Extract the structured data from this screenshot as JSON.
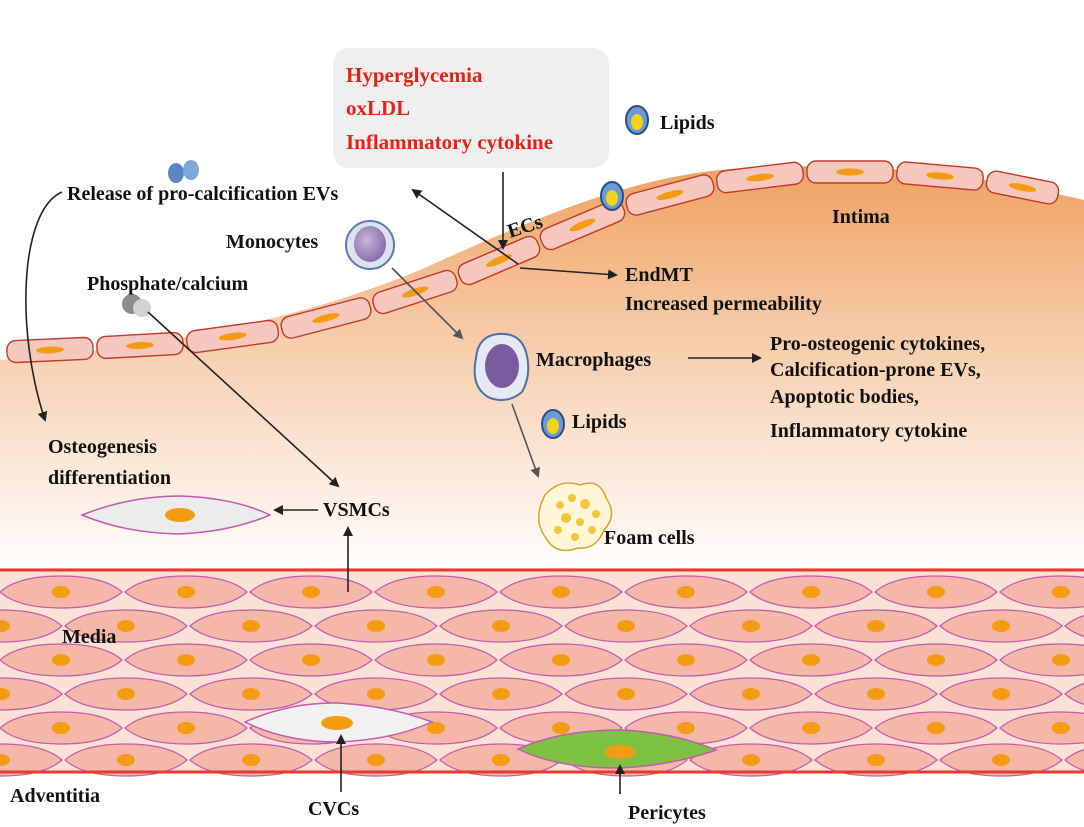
{
  "stimuli": {
    "items": [
      "Hyperglycemia",
      "oxLDL",
      "Inflammatory cytokine"
    ],
    "color": "#e2231a"
  },
  "labels": {
    "lipids_top": "Lipids",
    "ecs": "ECs",
    "intima": "Intima",
    "release_evs": "Release of pro-calcification EVs",
    "monocytes": "Monocytes",
    "endmt": "EndMT",
    "permeability": "Increased permeability",
    "phosphate": "Phosphate/calcium",
    "macrophages": "Macrophages",
    "lipids_mid": "Lipids",
    "osteo_1": "Osteogenesis",
    "osteo_2": "differentiation",
    "vsmcs": "VSMCs",
    "foam_cells": "Foam cells",
    "media": "Media",
    "adventitia": "Adventitia",
    "cvcs": "CVCs",
    "pericytes": "Pericytes"
  },
  "macrophage_products": [
    "Pro-osteogenic cytokines,",
    "Calcification-prone EVs,",
    "Apoptotic bodies,",
    "Inflammatory cytokine"
  ],
  "colors": {
    "endothelial_cell": "#f6c7bd",
    "cell_outline": "#c0392b",
    "nucleus": "#f39c12",
    "intima_top": "#efa35f",
    "smc_fill": "#f4b7a8",
    "smc_outline": "#c25ab0",
    "lamina": "#e53b2c",
    "pericyte": "#7dc242"
  }
}
